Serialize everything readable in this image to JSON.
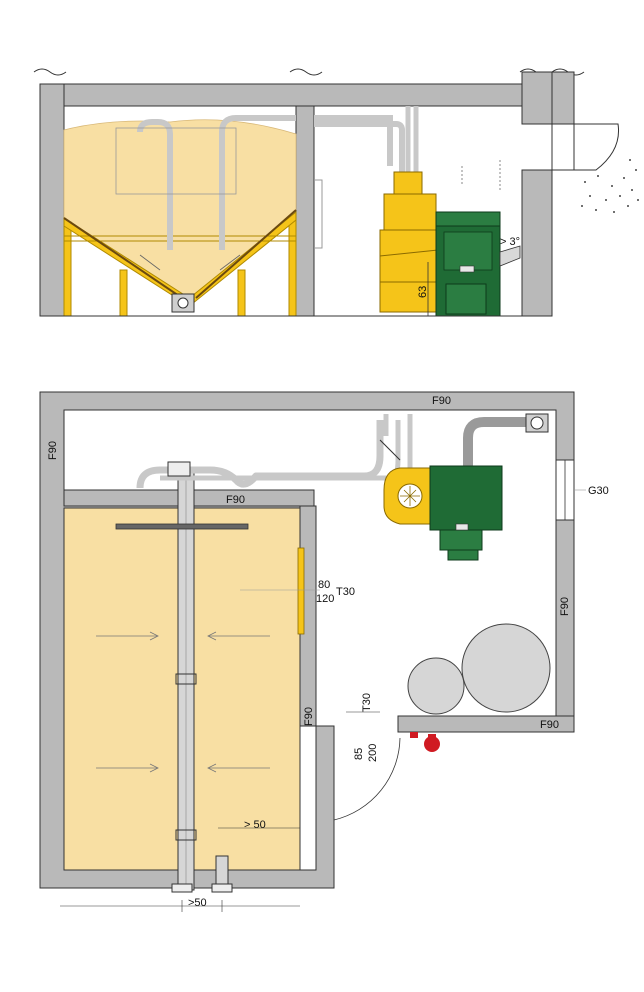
{
  "section": {
    "angle_label": "> 3°",
    "dimension_label": "63"
  },
  "plan": {
    "wall_top_label": "F90",
    "wall_left_label": "F90",
    "wall_mid_label": "F90",
    "wall_right_label": "F90",
    "wall_bottom_right_label": "F90",
    "wall_door_label": "F90",
    "window_label": "G30",
    "hatch_dim_upper": "80",
    "hatch_dim_lower": "120",
    "hatch_rating": "T30",
    "door_rating": "T30",
    "door_dim_upper": "85",
    "door_dim_lower": "200",
    "inlet_clearance": "> 50",
    "inlet_spacing": ">50"
  },
  "colors": {
    "wall": "#b9b9b9",
    "pellet": "#f8dfa3",
    "yellow": "#f5c419",
    "green": "#1f6b35",
    "red": "#d01a22",
    "tank": "#d6d6d6"
  }
}
